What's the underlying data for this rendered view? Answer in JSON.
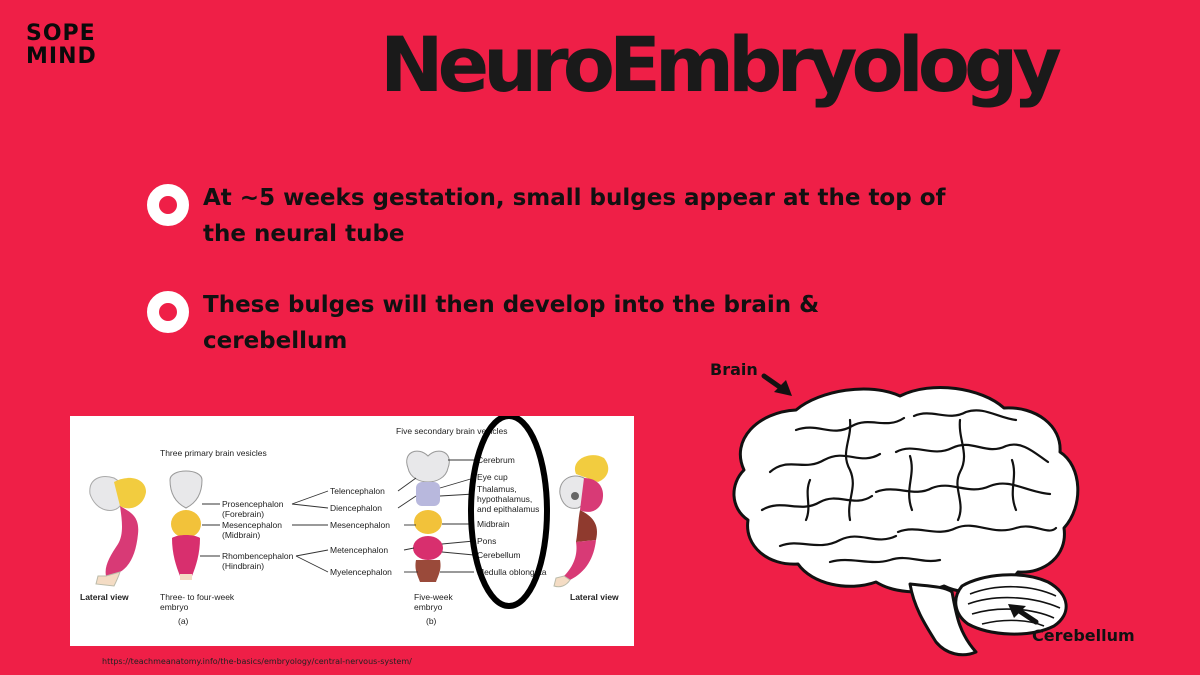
{
  "logo": {
    "line1": "SOPE",
    "line2": "MIND"
  },
  "title": "NeuroEmbryology",
  "bullets": [
    "At ~5 weeks gestation, small bulges appear at the top of the neural tube",
    "These bulges will then develop into the brain & cerebellum"
  ],
  "diagram": {
    "left_vesicles_heading": "Three primary brain vesicles",
    "right_vesicles_heading": "Five secondary brain vesicles",
    "primary": [
      "Prosencephalon",
      "(Forebrain)",
      "Mesencephalon",
      "(Midbrain)",
      "Rhombencephalon",
      "(Hindbrain)"
    ],
    "secondary": [
      "Telencephalon",
      "Diencephalon",
      "Mesencephalon",
      "Metencephalon",
      "Myelencephalon"
    ],
    "structures": [
      "Cerebrum",
      "Eye cup",
      "Thalamus,",
      "hypothalamus,",
      "and epithalamus",
      "Midbrain",
      "Pons",
      "Cerebellum",
      "Medulla oblongata"
    ],
    "lateral_view": "Lateral view",
    "embryo_left": [
      "Three- to four-week",
      "embryo"
    ],
    "embryo_right": [
      "Five-week",
      "embryo"
    ],
    "panel_a": "(a)",
    "panel_b": "(b)"
  },
  "source": "https://teachmeanatomy.info/the-basics/embryology/central-nervous-system/",
  "brain_labels": {
    "brain": "Brain",
    "cerebellum": "Cerebellum"
  },
  "colors": {
    "background": "#ef1f47",
    "title": "#1a1a1a",
    "bullet_ring": "#ffffff"
  }
}
